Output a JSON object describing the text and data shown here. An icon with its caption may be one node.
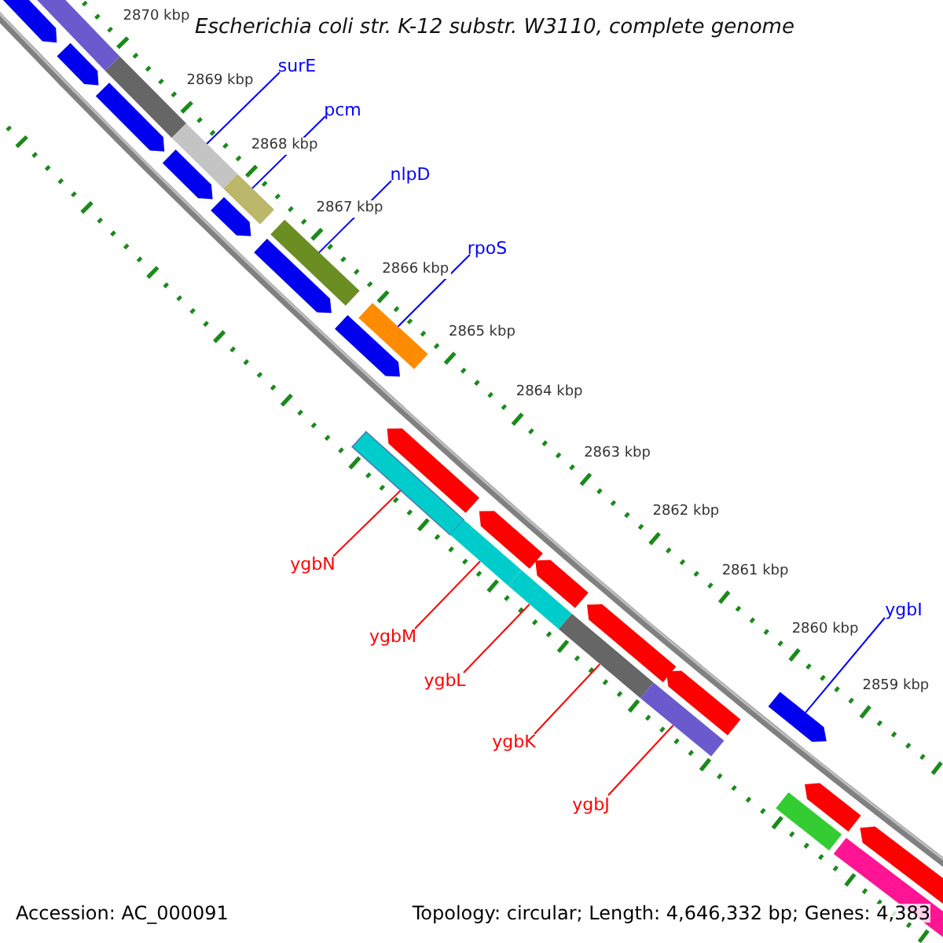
{
  "diagram": {
    "title": "Escherichia coli str. K-12 substr. W3110, complete genome",
    "nodes": [
      {
        "text": [
          "surE"
        ]
      },
      {
        "text": [
          "pcm"
        ]
      },
      {
        "text": [
          "nlpD"
        ]
      },
      {
        "text": [
          "rpoS"
        ]
      },
      {
        "text": [
          "ygbN"
        ]
      },
      {
        "text": [
          "ygbM"
        ]
      },
      {
        "text": [
          "ygbL"
        ]
      },
      {
        "text": [
          "ygbK"
        ]
      },
      {
        "text": [
          "ygbJ"
        ]
      },
      {
        "text": [
          "ygbI"
        ]
      },
      {
        "text": [],
        "shape": "bar"
      },
      {
        "text": [],
        "shape": "bar"
      },
      {
        "text": [],
        "shape": "bar"
      },
      {
        "text": [],
        "shape": "bar"
      },
      {
        "text": [],
        "shape": "bar"
      },
      {
        "text": [],
        "shape": "bar"
      },
      {
        "text": [],
        "shape": "bar"
      },
      {
        "text": [],
        "shape": "bar"
      },
      {
        "text": [],
        "shape": "bar"
      },
      {
        "text": [],
        "shape": "bar"
      }
    ],
    "edges": [
      {
        "from": 0,
        "to": 10,
        "arrow": "none"
      },
      {
        "from": 1,
        "to": 11,
        "arrow": "none"
      },
      {
        "from": 2,
        "to": 12,
        "arrow": "none"
      },
      {
        "from": 3,
        "to": 13,
        "arrow": "none"
      },
      {
        "from": 4,
        "to": 14,
        "arrow": "none",
        "color": "#ff0000"
      },
      {
        "from": 5,
        "to": 15,
        "arrow": "none",
        "color": "#ff0000"
      },
      {
        "from": 6,
        "to": 16,
        "arrow": "none",
        "color": "#ff0000"
      },
      {
        "from": 7,
        "to": 17,
        "arrow": "none",
        "color": "#ff0000"
      },
      {
        "from": 8,
        "to": 18,
        "arrow": "none",
        "color": "#ff0000"
      },
      {
        "from": 9,
        "to": 19,
        "arrow": "none"
      }
    ],
    "labels": [
      "2870 kbp",
      "2869 kbp",
      "2868 kbp",
      "2867 kbp",
      "2866 kbp",
      "2865 kbp",
      "2864 kbp",
      "2863 kbp",
      "2862 kbp",
      "2861 kbp",
      "2860 kbp",
      "2859 kbp",
      "Accession: AC_000091",
      "Topology: circular; Length: 4,646,332 bp; Genes: 4,383"
    ]
  }
}
